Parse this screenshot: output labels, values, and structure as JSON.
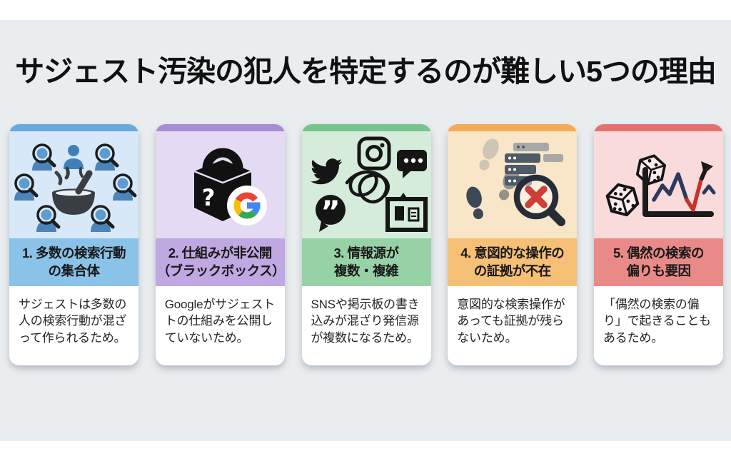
{
  "page": {
    "title": "サジェスト汚染の犯人を特定するのが難しい5つの理由",
    "background": "#e9edef",
    "frame_color": "#ffffff"
  },
  "cards": [
    {
      "number": "1",
      "icon": "crowd-of-searchers-mixing-bowl",
      "accent": "#68aadd",
      "tint": "#d7e9f8",
      "band": "#8ac2e8",
      "heading": "1. 多数の検索行動\nの集合体",
      "body": "サジェストは多数の\n人の検索行動が混ざ\nって作られるため。"
    },
    {
      "number": "2",
      "icon": "black-box-with-lock-and-google-logo",
      "accent": "#a68dd6",
      "tint": "#e4daf3",
      "band": "#c0a8e2",
      "heading": "2. 仕組みが非公開\n（ブラックボックス）",
      "body": "Googleがサジェスト\nトの仕組みを公開し\nていないため。"
    },
    {
      "number": "3",
      "icon": "tangled-sns-sources",
      "accent": "#77c48e",
      "tint": "#d5ecdb",
      "band": "#97d2a6",
      "heading": "3. 情報源が\n複数・複雑",
      "body": "SNSや掲示板の書き\n込みが混ざり発信源\nが複数になるため。"
    },
    {
      "number": "4",
      "icon": "fading-footprints-no-evidence",
      "accent": "#f2ab56",
      "tint": "#f9e5c7",
      "band": "#f5c076",
      "heading": "4. 意図的な操作の\nの証拠が不在",
      "body": "意図的な検索操作が\nあっても証拠が残ら\nないため。"
    },
    {
      "number": "5",
      "icon": "dice-and-random-chart",
      "accent": "#e5716f",
      "tint": "#fadbdb",
      "band": "#ea8a88",
      "heading": "5. 偶然の検索の\n偏りも要因",
      "body": "「偶然の検索の偏\nり」で起きることも\nあるため。"
    }
  ]
}
